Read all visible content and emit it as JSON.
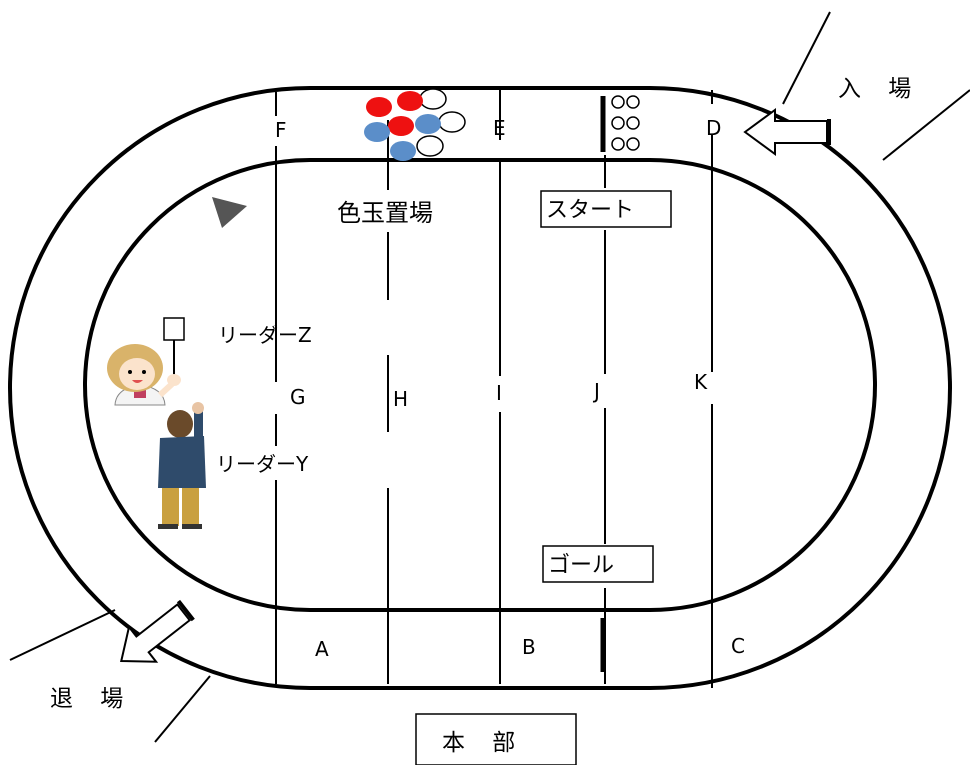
{
  "diagram": {
    "entrance_label": "入 場",
    "exit_label": "退 場",
    "headquarters_label": "本 部",
    "start_label": "スタート",
    "goal_label": "ゴール",
    "ball_area_label": "色玉置場",
    "leader_z_label": "リーダーZ",
    "leader_y_label": "リーダーY",
    "points": {
      "A": "A",
      "B": "B",
      "C": "C",
      "D": "D",
      "E": "E",
      "F": "F",
      "G": "G",
      "H": "H",
      "I": "I",
      "J": "J",
      "K": "K"
    },
    "colors": {
      "red_ball": "#ee1111",
      "blue_ball": "#5b8ec9",
      "white_ball": "#ffffff",
      "flag": "#555555",
      "girl_hair": "#d9b36a",
      "man_jacket": "#2f4b6b",
      "man_pants": "#c9a040",
      "man_hair": "#6a4a2a"
    },
    "icons": {
      "entrance_arrow": "arrow-left-icon",
      "exit_arrow": "arrow-down-left-icon",
      "flag": "triangle-flag-icon",
      "leader_z": "girl-holding-sign-icon",
      "leader_y": "man-raising-hand-icon"
    }
  }
}
